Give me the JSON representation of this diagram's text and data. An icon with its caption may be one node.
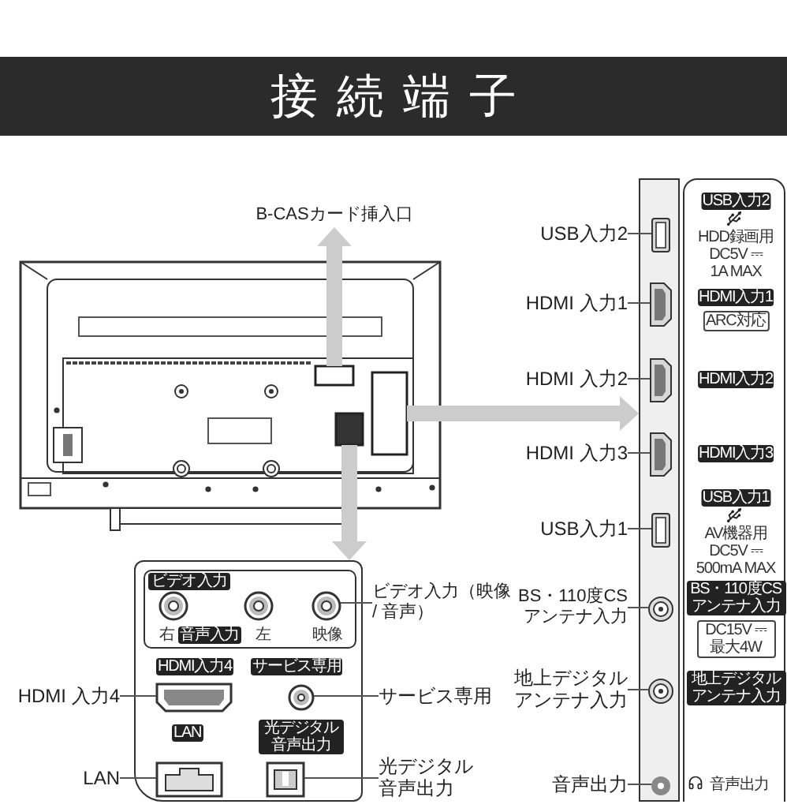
{
  "diagram": {
    "title": "接続端子",
    "nodes": [
      {
        "text": [],
        "shape": "picture"
      },
      {
        "text": [],
        "shape": "box",
        "in": 0
      },
      {
        "text": [],
        "shape": "box",
        "in": 0
      },
      {
        "text": [],
        "shape": "box",
        "in": 0
      },
      {
        "text": [
          "B-CASカード挿入口"
        ]
      },
      {
        "text": [],
        "shape": "box"
      },
      {
        "text": [],
        "shape": "box",
        "in": 5
      },
      {
        "text": [],
        "shape": "box",
        "in": 5
      },
      {
        "text": [],
        "shape": "box",
        "in": 5
      },
      {
        "text": [],
        "shape": "box",
        "in": 5
      },
      {
        "text": [],
        "shape": "box",
        "in": 5
      },
      {
        "text": [],
        "shape": "circle",
        "in": 5
      },
      {
        "text": [],
        "shape": "circle",
        "in": 5
      },
      {
        "text": [],
        "shape": "circle",
        "in": 5
      },
      {
        "text": [
          "USB入力2"
        ]
      },
      {
        "text": [
          "HDMI 入力1"
        ]
      },
      {
        "text": [
          "HDMI 入力2"
        ]
      },
      {
        "text": [
          "HDMI 入力3"
        ]
      },
      {
        "text": [
          "USB入力1"
        ]
      },
      {
        "text": [
          "BS・110度CSアンテナ入力"
        ]
      },
      {
        "text": [
          "地上デジタルアンテナ入力"
        ]
      },
      {
        "text": [
          "音声出力"
        ]
      },
      {
        "text": [],
        "shape": "box"
      },
      {
        "text": [
          "ビデオ入力"
        ],
        "in": 22
      },
      {
        "text": [],
        "shape": "circle",
        "in": 23
      },
      {
        "text": [],
        "shape": "circle",
        "in": 23
      },
      {
        "text": [],
        "shape": "circle",
        "in": 23
      },
      {
        "text": [],
        "shape": "box",
        "in": 22
      },
      {
        "text": [],
        "shape": "circle",
        "in": 22
      },
      {
        "text": [],
        "shape": "box",
        "in": 22
      },
      {
        "text": [],
        "shape": "box",
        "in": 22
      },
      {
        "text": [
          "ビデオ入力（映像 / 音声）"
        ]
      },
      {
        "text": [
          "HDMI 入力4"
        ]
      },
      {
        "text": [
          "サービス専用"
        ]
      },
      {
        "text": [
          "LAN"
        ]
      },
      {
        "text": [
          "光デジタル音声出力"
        ]
      }
    ],
    "edges": [
      {
        "from": 1,
        "to": 4,
        "arrow": "to",
        "style": "thick",
        "color": "#cccccc"
      },
      {
        "from": 2,
        "to": 5,
        "arrow": "to",
        "style": "thick",
        "color": "#cccccc"
      },
      {
        "from": 3,
        "to": 22,
        "arrow": "to",
        "style": "thick",
        "color": "#cccccc"
      },
      {
        "from": 14,
        "to": 6,
        "arrow": "none"
      },
      {
        "from": 15,
        "to": 7,
        "arrow": "none"
      },
      {
        "from": 16,
        "to": 8,
        "arrow": "none"
      },
      {
        "from": 17,
        "to": 9,
        "arrow": "none"
      },
      {
        "from": 18,
        "to": 10,
        "arrow": "none"
      },
      {
        "from": 19,
        "to": 11,
        "arrow": "none"
      },
      {
        "from": 20,
        "to": 12,
        "arrow": "none"
      },
      {
        "from": 21,
        "to": 13,
        "arrow": "none"
      },
      {
        "from": 31,
        "to": 26,
        "arrow": "none"
      },
      {
        "from": 32,
        "to": 27,
        "arrow": "none"
      },
      {
        "from": 33,
        "to": 28,
        "arrow": "none"
      },
      {
        "from": 34,
        "to": 29,
        "arrow": "none"
      },
      {
        "from": 35,
        "to": 30,
        "arrow": "none"
      }
    ],
    "labels": [
      "USB入力2",
      "HDD録画用",
      "DC5V ⎓ 1A MAX",
      "HDMI入力1",
      "ARC対応",
      "HDMI入力2",
      "HDMI入力3",
      "USB入力1",
      "AV機器用",
      "DC5V ⎓ 500mA MAX",
      "BS・110度CSアンテナ入力",
      "DC15V ⎓ 最大4W",
      "地上デジタルアンテナ入力",
      "音声出力",
      "右",
      "音声入力",
      "左",
      "映像",
      "HDMI入力4",
      "サービス専用",
      "LAN",
      "光デジタル音声出力"
    ]
  }
}
